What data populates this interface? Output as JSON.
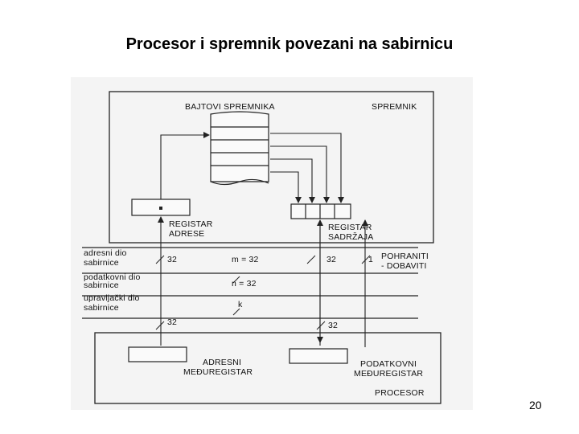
{
  "slide": {
    "title": "Procesor i spremnik povezani na sabirnicu",
    "page_number": "20"
  },
  "diagram": {
    "memory_box_label": "SPREMNIK",
    "memory_bytes_label": "BAJTOVI SPREMNIKA",
    "address_register": [
      "REGISTAR",
      "ADRESE"
    ],
    "data_register": [
      "REGISTAR",
      "SADRŽAJA"
    ],
    "control_signal": [
      "POHRANITI",
      "- DOBAVITI"
    ],
    "bus_address": [
      "adresni dio",
      "sabirnice"
    ],
    "bus_data": [
      "podatkovni dio",
      "sabirnice"
    ],
    "bus_control": [
      "upravljački dio",
      "sabirnice"
    ],
    "width_address_top": "32",
    "width_m": "m = 32",
    "width_data_top": "32",
    "width_control": "1",
    "width_n": "n = 32",
    "width_k": "k",
    "width_address_bottom": "32",
    "width_data_bottom": "32",
    "cpu_address_buffer": [
      "ADRESNI",
      "MEĐUREGISTAR"
    ],
    "cpu_data_buffer": [
      "PODATKOVNI",
      "MEĐUREGISTAR"
    ],
    "cpu_label": "PROCESOR"
  }
}
